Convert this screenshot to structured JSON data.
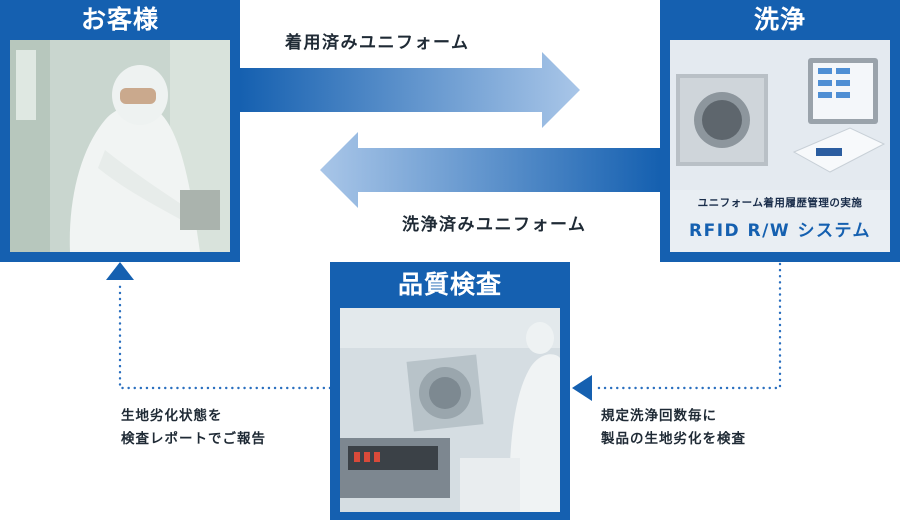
{
  "panels": {
    "customer": {
      "title": "お客様"
    },
    "washing": {
      "title": "洗浄",
      "caption": "ユニフォーム着用履歴管理の実施",
      "system": "RFID R/W システム"
    },
    "inspection": {
      "title": "品質検査"
    }
  },
  "flows": {
    "to_washing": "着用済みユニフォーム",
    "to_customer": "洗浄済みユニフォーム"
  },
  "notes": {
    "inspection_trigger": [
      "規定洗浄回数毎に",
      "製品の生地劣化を検査"
    ],
    "report_to_customer": [
      "生地劣化状態を",
      "検査レポートでご報告"
    ]
  },
  "colors": {
    "panel_blue": "#1560b0",
    "arrow_dark": "#1560b0",
    "arrow_light": "#9bbde3",
    "dotted_line": "#2a6fbf"
  }
}
